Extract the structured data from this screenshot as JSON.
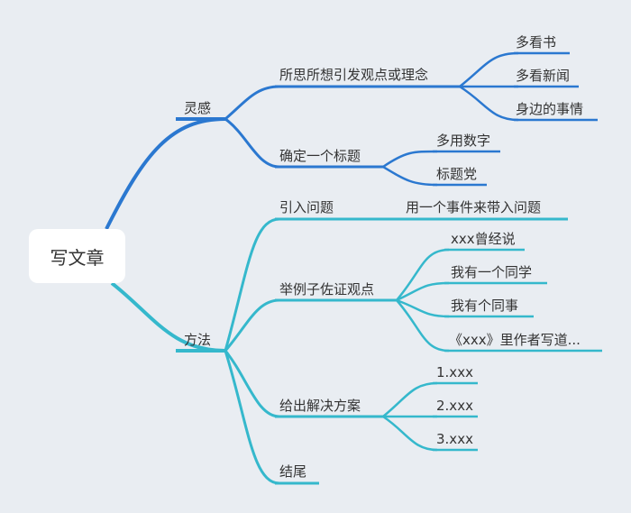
{
  "colors": {
    "background": "#e9edf2",
    "branch_blue": "#2b78d0",
    "branch_teal": "#35b8cc",
    "text": "#333333",
    "root_box": "#ffffff"
  },
  "root": {
    "label": "写文章"
  },
  "branches": [
    {
      "label": "灵感",
      "children": [
        {
          "label": "所思所想引发观点或理念",
          "children": [
            "多看书",
            "多看新闻",
            "身边的事情"
          ]
        },
        {
          "label": "确定一个标题",
          "children": [
            "多用数字",
            "标题党"
          ]
        }
      ]
    },
    {
      "label": "方法",
      "children": [
        {
          "label": "引入问题",
          "children": [
            "用一个事件来带入问题"
          ]
        },
        {
          "label": "举例子佐证观点",
          "children": [
            "xxx曾经说",
            "我有一个同学",
            "我有个同事",
            "《xxx》里作者写道..."
          ]
        },
        {
          "label": "给出解决方案",
          "children": [
            "1.xxx",
            "2.xxx",
            "3.xxx"
          ]
        },
        {
          "label": "结尾",
          "children": []
        }
      ]
    }
  ]
}
